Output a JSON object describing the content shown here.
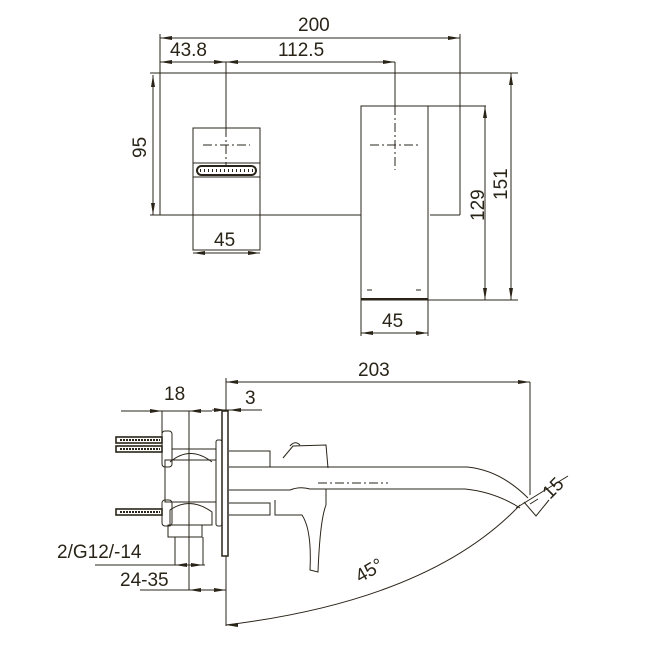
{
  "title": "Wall-mounted basin mixer dimension drawing",
  "front_view": {
    "overall_width": "200",
    "handle_offset": "43.8",
    "handle_to_spout": "112.5",
    "plate_height": "95",
    "handle_width": "45",
    "spout_width": "45",
    "spout_height": "129",
    "total_height": "151"
  },
  "side_view": {
    "projection": "203",
    "plate_thickness": "3",
    "body_depth": "18",
    "thread": "2/G12/-14",
    "wall_range": "24-35",
    "swivel_angle": "45°",
    "outlet": "15"
  },
  "colors": {
    "line": "#2a2418",
    "background": "#ffffff"
  }
}
